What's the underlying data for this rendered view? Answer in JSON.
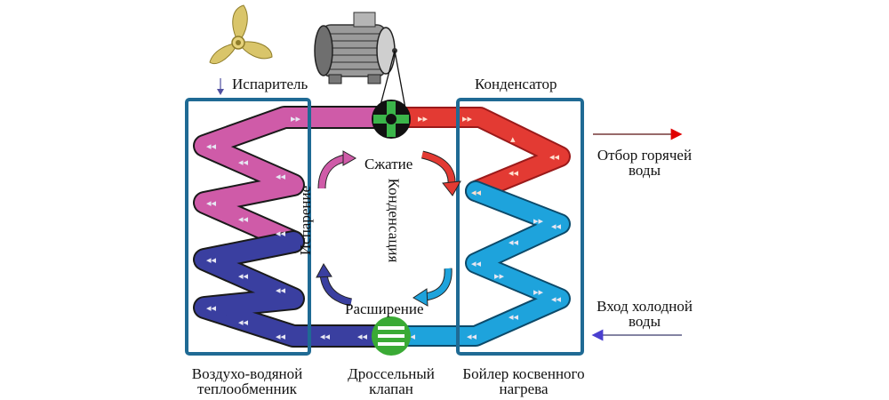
{
  "diagram": {
    "title": "Heat pump cycle",
    "labels": {
      "evaporator": "Испаритель",
      "condenser": "Конденсатор",
      "compression": "Сжатие",
      "condensation": "Конденсация",
      "evaporation": "Испарение",
      "expansion": "Расширение",
      "hot_water_line1": "Отбор горячей",
      "hot_water_line2": "воды",
      "cold_water_line1": "Вход холодной",
      "cold_water_line2": "воды",
      "heat_exchanger_line1": "Воздухо-водяной",
      "heat_exchanger_line2": "теплообменник",
      "valve_line1": "Дроссельный",
      "valve_line2": "клапан",
      "boiler_line1": "Бойлер косвенного",
      "boiler_line2": "нагрева"
    },
    "icons": {
      "fan": "propeller-fan-icon",
      "motor": "electric-motor-icon",
      "compressor": "compressor-cross-icon",
      "valve": "throttle-valve-icon"
    },
    "colors": {
      "frame": "#1f6a94",
      "hot_refrigerant": "#e33a33",
      "warm_refrigerant": "#cf5ba8",
      "cold_refrigerant": "#3a3fa0",
      "cool_refrigerant": "#1ea3dc",
      "compressor_green": "#3bb54a",
      "valve_green": "#3aaa35",
      "hot_arrow": "#e00000",
      "cold_arrow": "#4a3fcf"
    }
  }
}
